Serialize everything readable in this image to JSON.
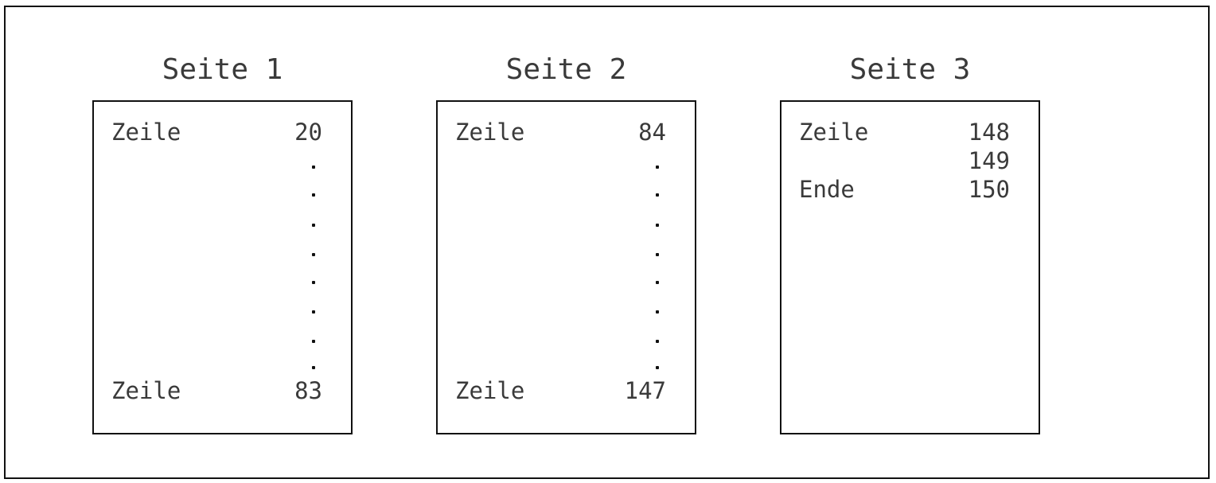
{
  "pages": [
    {
      "title": "Seite 1",
      "first_label": "Zeile",
      "first_num": "20",
      "last_label": "Zeile",
      "last_num": "83"
    },
    {
      "title": "Seite 2",
      "first_label": "Zeile",
      "first_num": "84",
      "last_label": "Zeile",
      "last_num": "147"
    },
    {
      "title": "Seite 3",
      "rows": [
        {
          "label": "Zeile",
          "num": "148"
        },
        {
          "label": "",
          "num": "149"
        },
        {
          "label": "Ende",
          "num": "150"
        }
      ]
    }
  ]
}
